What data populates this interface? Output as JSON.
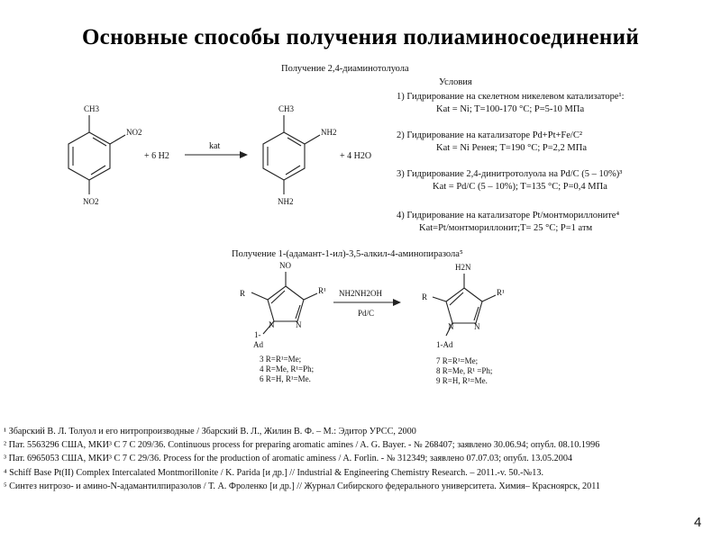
{
  "title": "Основные способы получения полиаминосоединений",
  "scheme1": {
    "caption": "Получение 2,4-диаминотолуола",
    "reactant": {
      "ch3": "CH3",
      "no2_top": "NO2",
      "no2_bottom": "NO2"
    },
    "reagent": "+ 6 H2",
    "arrow_label": "kat",
    "product": {
      "ch3": "CH3",
      "nh2_top": "NH2",
      "nh2_bottom": "NH2"
    },
    "byproduct": "+ 4 H2O",
    "conditions_header": "Условия",
    "conditions": [
      {
        "line1": "1) Гидрирование на скелетном никелевом катализаторе¹:",
        "line2": "Kat = Ni; T=100-170 °C; P=5-10 МПа"
      },
      {
        "line1": "2) Гидрирование на катализаторе Pd+Pt+Fe/C²",
        "line2": "Kat = Ni Ренея; T=190 °C; P=2,2 МПа"
      },
      {
        "line1": "3) Гидрирование 2,4-динитротолуола на Pd/C (5 – 10%)³",
        "line2": "Kat = Pd/C (5 – 10%); T=135 °C; P=0,4 МПа"
      },
      {
        "line1": "4) Гидрирование на катализаторе Pt/монтмориллоните⁴",
        "line2": "Kat=Pt/монтмориллонит;T= 25 °C; P=1 атм"
      }
    ]
  },
  "scheme2": {
    "caption": "Получение 1-(адамант-1-ил)-3,5-алкил-4-аминопиразола⁵",
    "reactant": {
      "no": "NO",
      "r": "R",
      "r1": "R¹",
      "n1": "N",
      "n2": "N",
      "ad_num": "1-",
      "ad": "Ad"
    },
    "arrow_top": "NH2NH2OH",
    "arrow_bottom": "Pd/C",
    "product": {
      "nh2": "H2N",
      "r": "R",
      "r1": "R¹",
      "n1": "N",
      "n2": "N",
      "ad": "1-Ad"
    },
    "reactant_list": [
      "3 R=R¹=Me;",
      "4 R=Me, R¹=Ph;",
      "6 R=H, R¹=Me."
    ],
    "product_list": [
      "7 R=R¹=Me;",
      "8 R=Me, R¹ =Ph;",
      "9 R=H, R¹=Me."
    ]
  },
  "references": [
    "¹ Збарский В. Л. Толуол и его нитропроизводные / Збарский В. Л., Жилин В. Ф. – М.: Эдитор УРСС, 2000",
    "² Пат. 5563296 США, МКИ³ С 7 С 209/36. Continuous process for preparing aromatic amines / A. G. Bayer. - № 268407; заявлено 30.06.94; опубл. 08.10.1996",
    "³ Пат. 6965053 США, МКИ³ С 7 С 29/36. Process for the production of aromatic aminess / A. Forlin. - № 312349; заявлено 07.07.03; опубл. 13.05.2004",
    "⁴ Schiff Base Pt(II) Complex Intercalated Montmorillonite / K. Parida [и др.] // Industrial & Engineering Chemistry Research. – 2011.-v. 50.-№13.",
    "⁵ Синтез нитрозо- и амино-N-адамантилпиразолов / Т. А. Фроленко [и др.] // Журнал Сибирского федерального университета. Химия– Красноярск, 2011"
  ],
  "page_number": "4"
}
